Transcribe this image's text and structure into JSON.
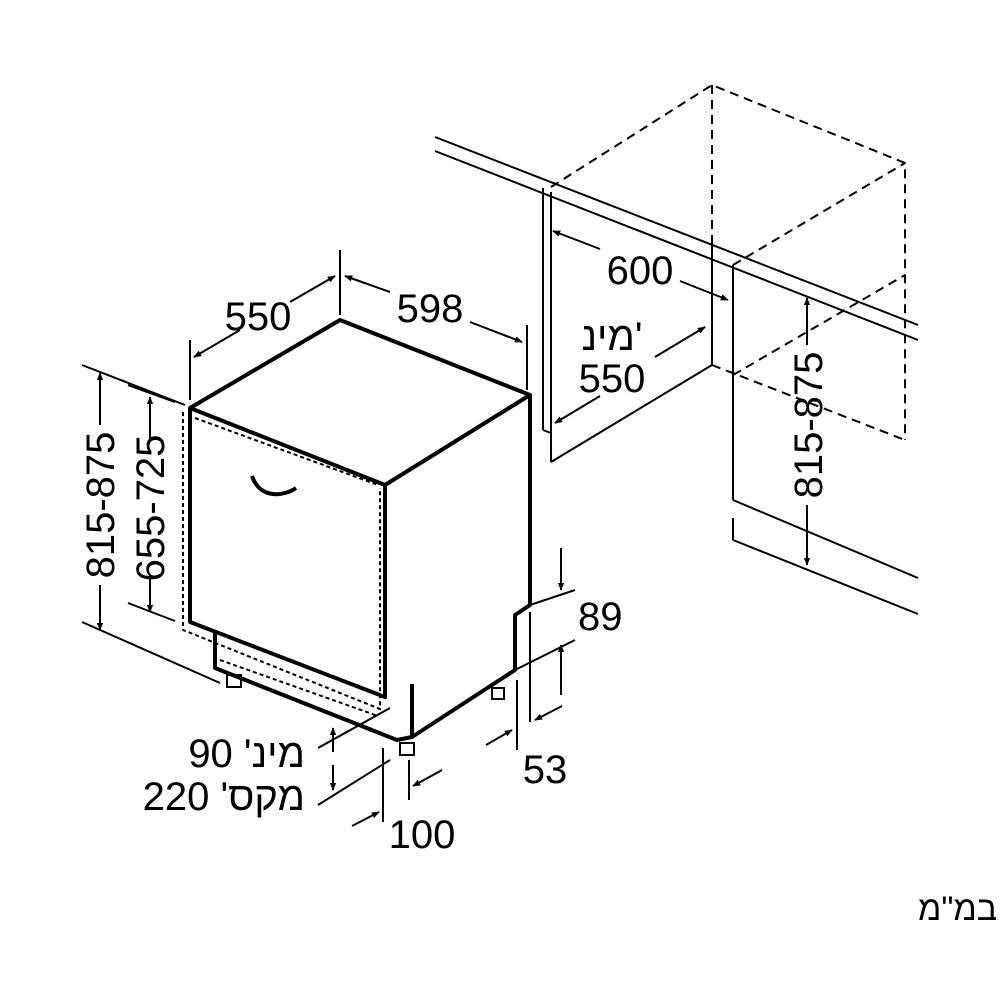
{
  "labels": {
    "appliance_width": "598",
    "appliance_depth": "550",
    "appliance_height": "815-875",
    "door_height": "655-725",
    "plinth_min": "מינ' 90",
    "plinth_max": "מקס' 220",
    "foot_inset": "100",
    "kick_height": "89",
    "kick_depth": "53",
    "niche_width": "600",
    "niche_min_label": "מינ'",
    "niche_depth": "550",
    "niche_height": "815-875",
    "units_note": "מידות במ\"מ"
  }
}
